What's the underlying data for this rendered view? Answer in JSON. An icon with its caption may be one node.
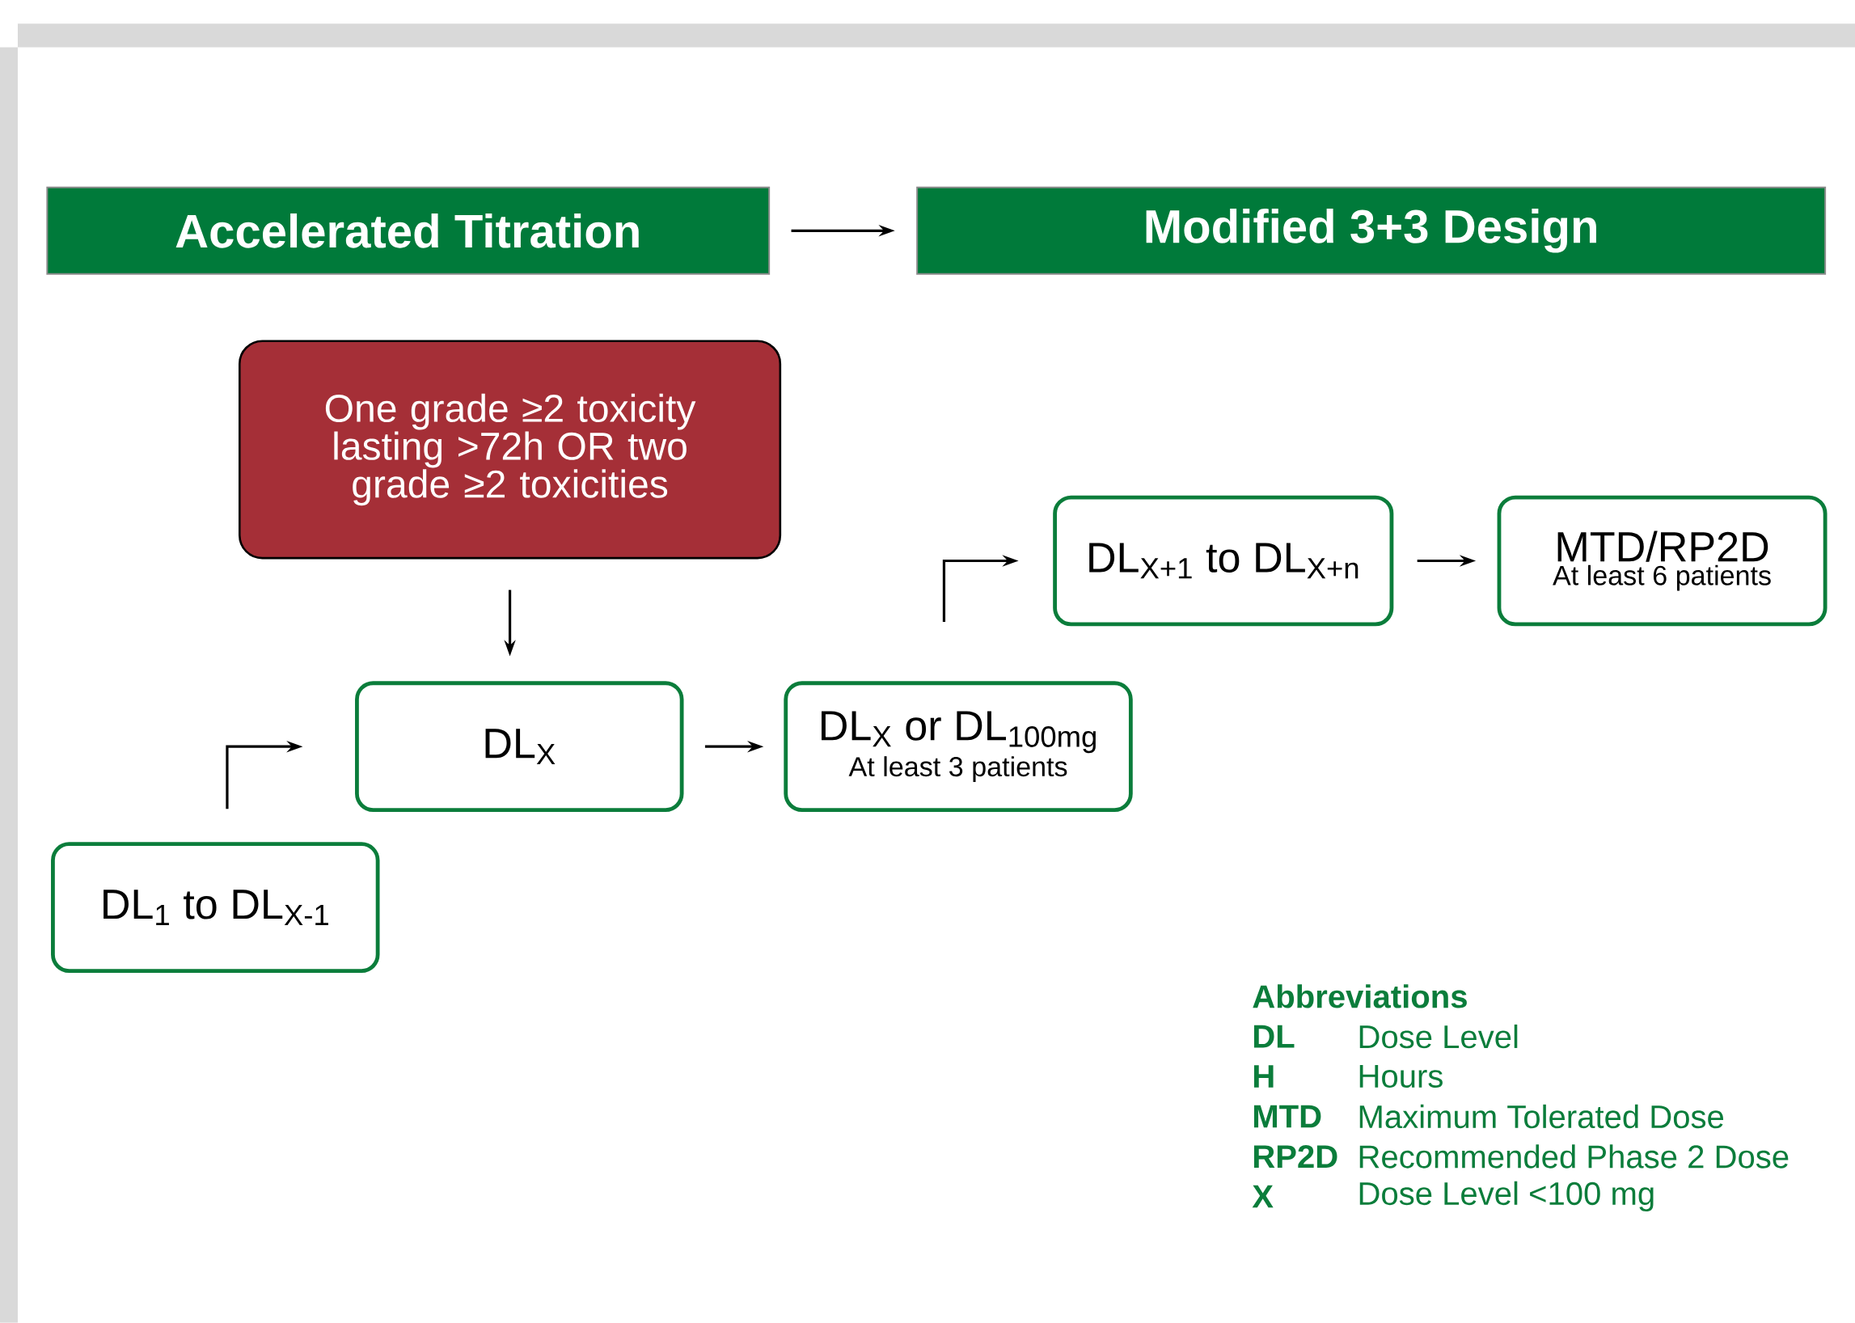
{
  "diagram": {
    "nodes": [
      {
        "text": [
          "Accelerated Titration"
        ]
      },
      {
        "text": [
          "Modified 3+3 Design"
        ]
      },
      {
        "text": [
          "One grade ≥2 toxicity lasting >72h OR two grade ≥2 toxicities"
        ]
      },
      {
        "text": [
          "DL$_{X+1}$ to DL$_{X+n}$"
        ]
      },
      {
        "text": [
          "MTD/RP2D",
          "At least 6 patients"
        ]
      },
      {
        "text": [
          "DL$_{X}$"
        ]
      },
      {
        "text": [
          "DL$_{X}$ or DL$_{100mg}$",
          "At least 3 patients"
        ]
      },
      {
        "text": [
          "DL$_{1}$ to DL$_{X-1}$"
        ]
      }
    ],
    "edges": [
      {
        "from": 0,
        "to": 1,
        "arrow": "to"
      },
      {
        "from": 2,
        "to": 5,
        "arrow": "to"
      },
      {
        "from": 7,
        "to": 5,
        "arrow": "to"
      },
      {
        "from": 5,
        "to": 6,
        "arrow": "to"
      },
      {
        "from": 6,
        "to": 3,
        "arrow": "to"
      },
      {
        "from": 3,
        "to": 4,
        "arrow": "to"
      }
    ],
    "labels": [
      "Abbreviations",
      "DL",
      "Dose Level",
      "H",
      "Hours",
      "MTD",
      "Maximum Tolerated Dose",
      "RP2D",
      "Recommended Phase 2 Dose",
      "X",
      "Dose Level <100 mg"
    ]
  }
}
